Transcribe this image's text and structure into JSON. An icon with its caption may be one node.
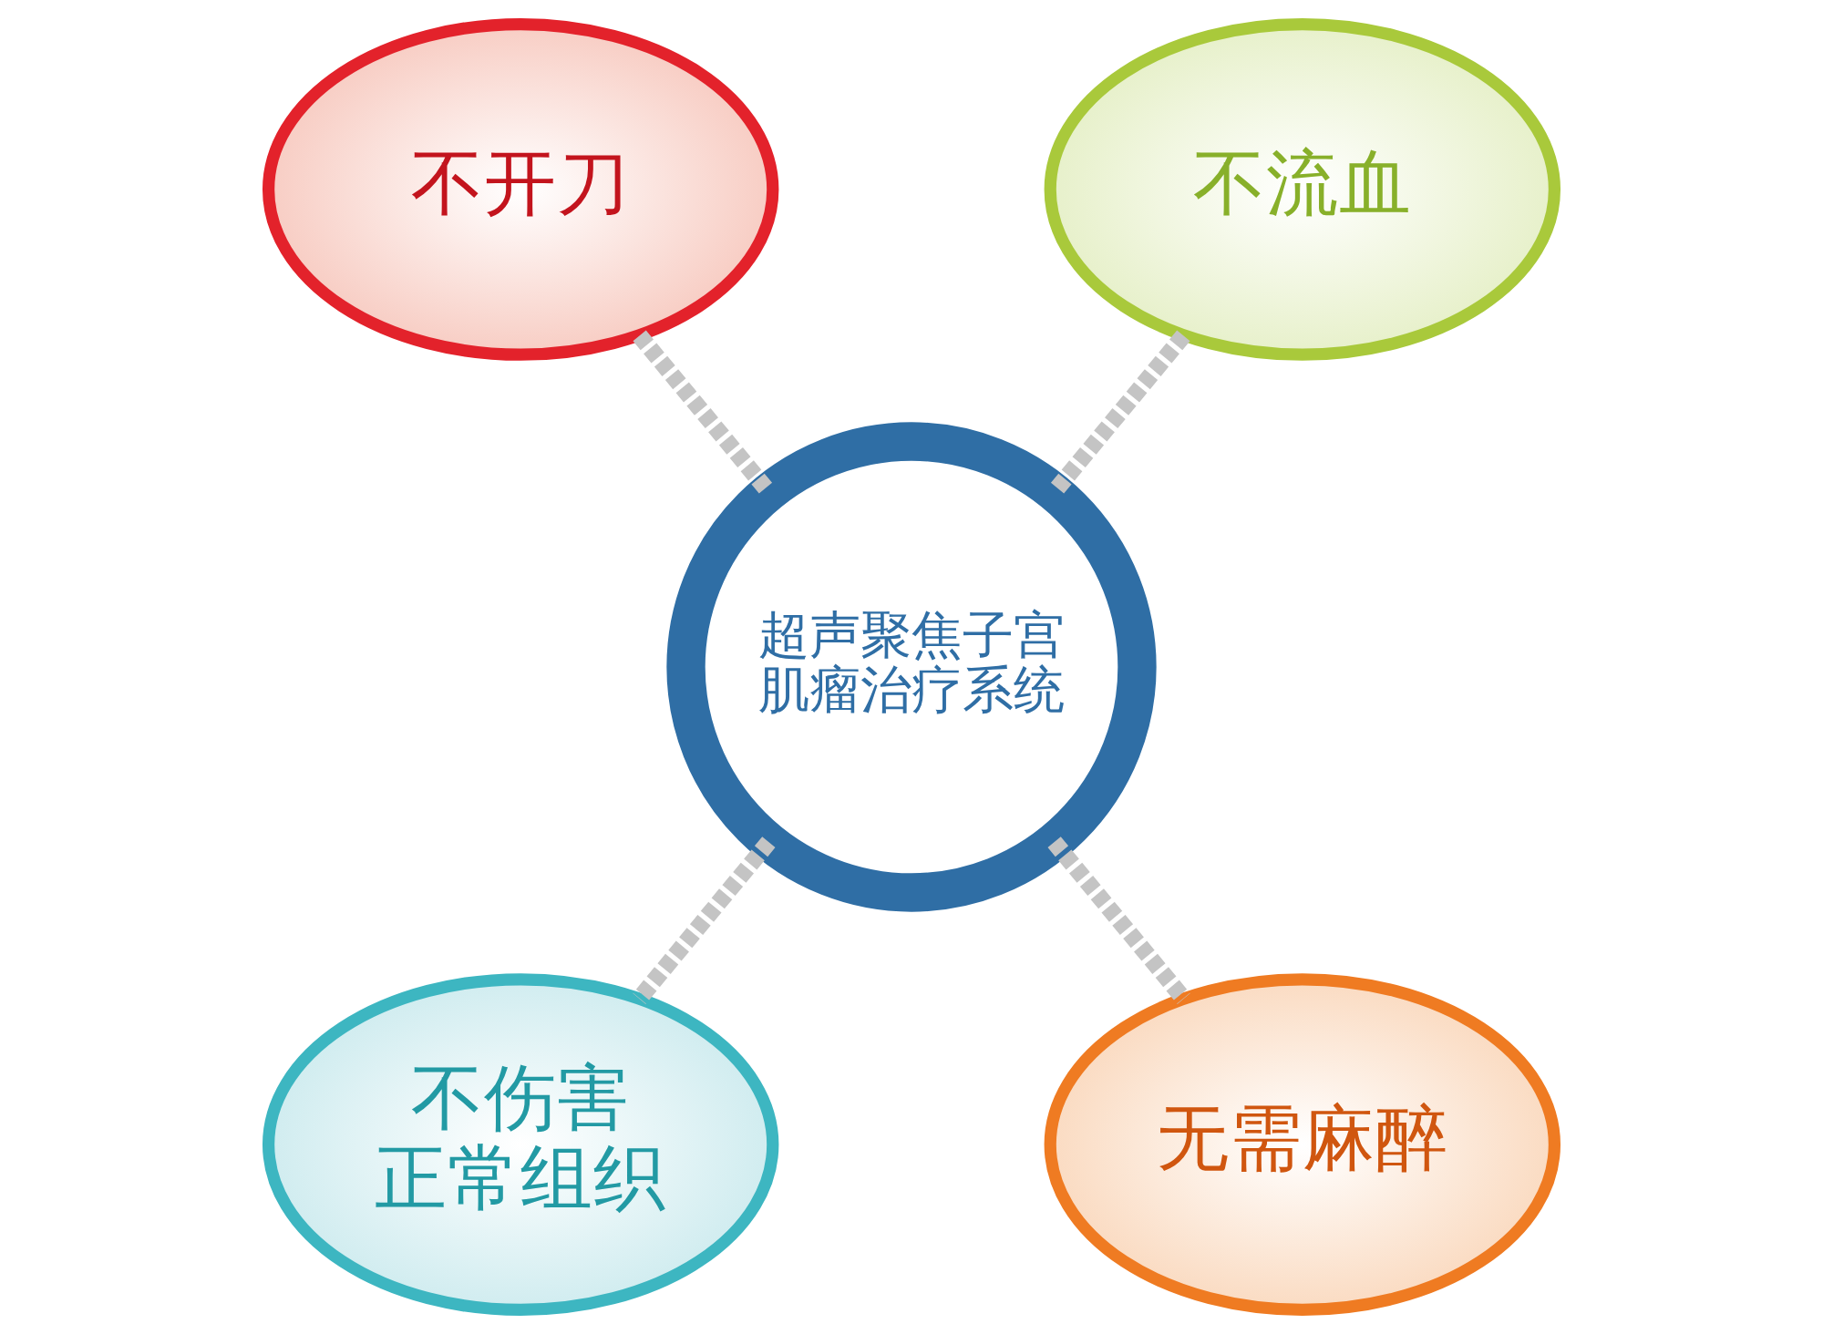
{
  "diagram": {
    "nodes": [
      {
        "text": [
          "不开刀"
        ]
      },
      {
        "text": [
          "不流血"
        ]
      },
      {
        "text": [
          "超声聚焦子宫肌瘤治疗系统"
        ]
      },
      {
        "text": [
          "不伤害正常组织"
        ]
      },
      {
        "text": [
          "无需麻醉"
        ]
      }
    ],
    "edges": [
      {
        "from": 0,
        "to": 2,
        "arrow": "none",
        "style": "dashed"
      },
      {
        "from": 1,
        "to": 2,
        "arrow": "none",
        "style": "dashed"
      },
      {
        "from": 2,
        "to": 3,
        "arrow": "none",
        "style": "dashed"
      },
      {
        "from": 2,
        "to": 4,
        "arrow": "none",
        "style": "dashed"
      }
    ]
  }
}
